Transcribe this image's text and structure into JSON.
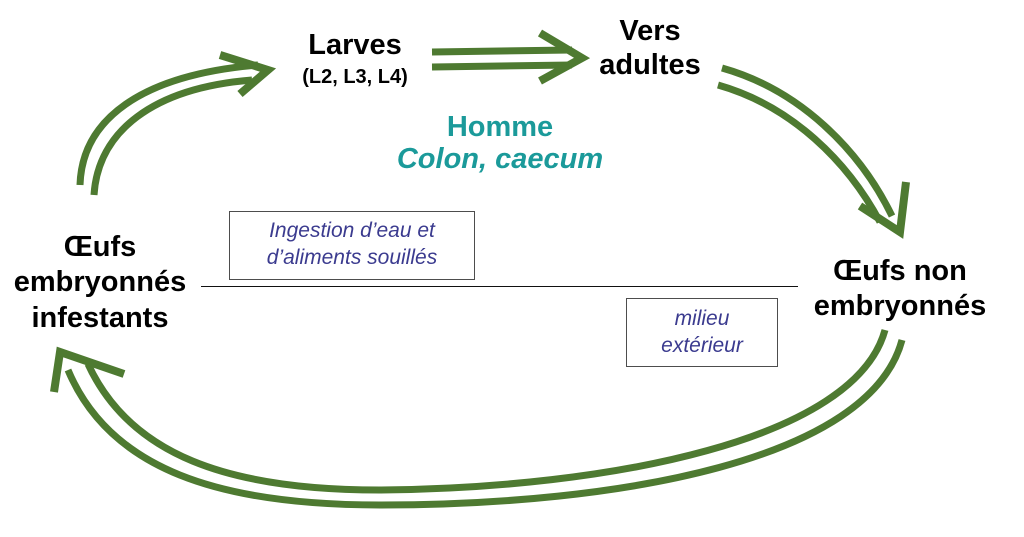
{
  "colors": {
    "arrow": "#4e7a31",
    "host_text": "#1b9a9a",
    "box_text": "#3b3b8f",
    "node_text": "#000000"
  },
  "nodes": {
    "larves": {
      "title": "Larves",
      "subtitle": "(L2, L3, L4)"
    },
    "vers_adultes": {
      "line1": "Vers",
      "line2": "adultes"
    },
    "oeufs_embryonnes": {
      "line1": "Œufs",
      "line2": "embryonnés",
      "line3": "infestants"
    },
    "oeufs_non_embryonnes": {
      "line1": "Œufs non",
      "line2": "embryonnés"
    }
  },
  "host": {
    "title": "Homme",
    "site": "Colon, caecum"
  },
  "boxes": {
    "ingestion": {
      "line1": "Ingestion d’eau et",
      "line2": "d’aliments souillés"
    },
    "milieu": {
      "line1": "milieu",
      "line2": "extérieur"
    }
  }
}
